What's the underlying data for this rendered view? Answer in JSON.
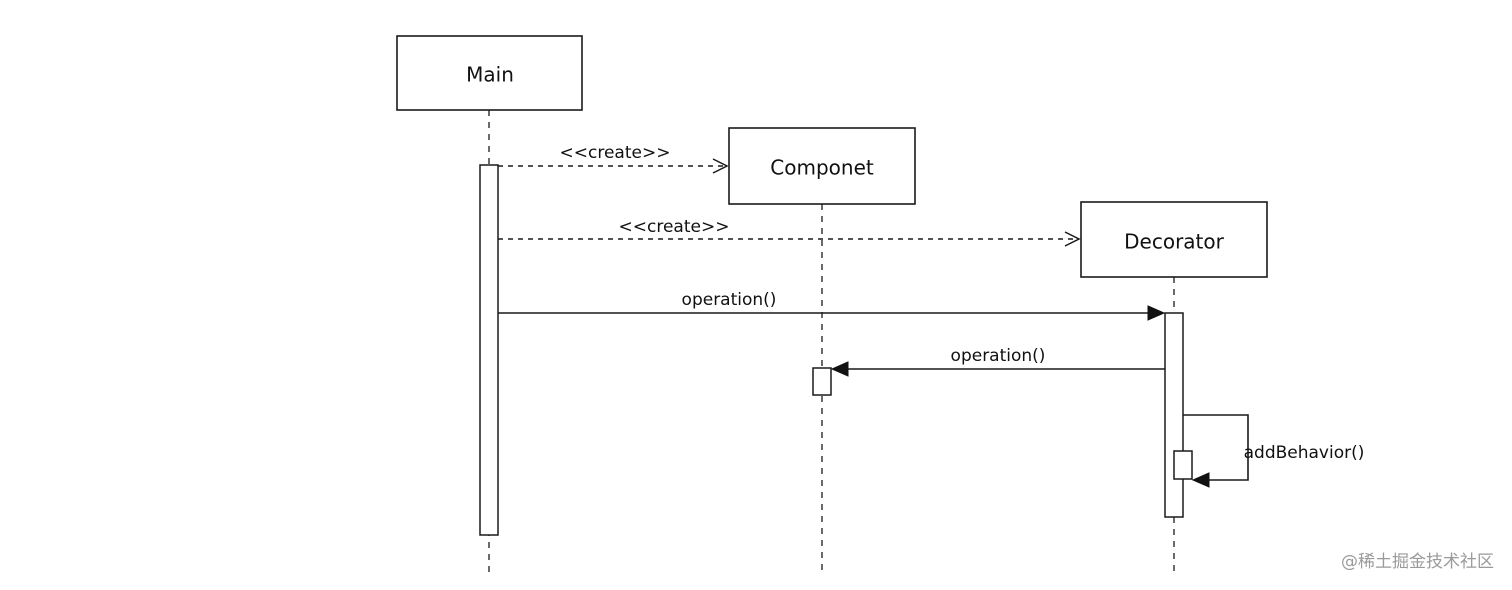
{
  "participants": {
    "main": "Main",
    "component": "Componet",
    "decorator": "Decorator"
  },
  "messages": {
    "create_component": "<<create>>",
    "create_decorator": "<<create>>",
    "operation_to_decorator": "operation()",
    "operation_to_component": "operation()",
    "add_behavior": "addBehavior()"
  },
  "watermark": "@稀土掘金技术社区",
  "colors": {
    "line": "#1a1a1a",
    "watermark": "#9a9a9a",
    "background": "#ffffff"
  }
}
